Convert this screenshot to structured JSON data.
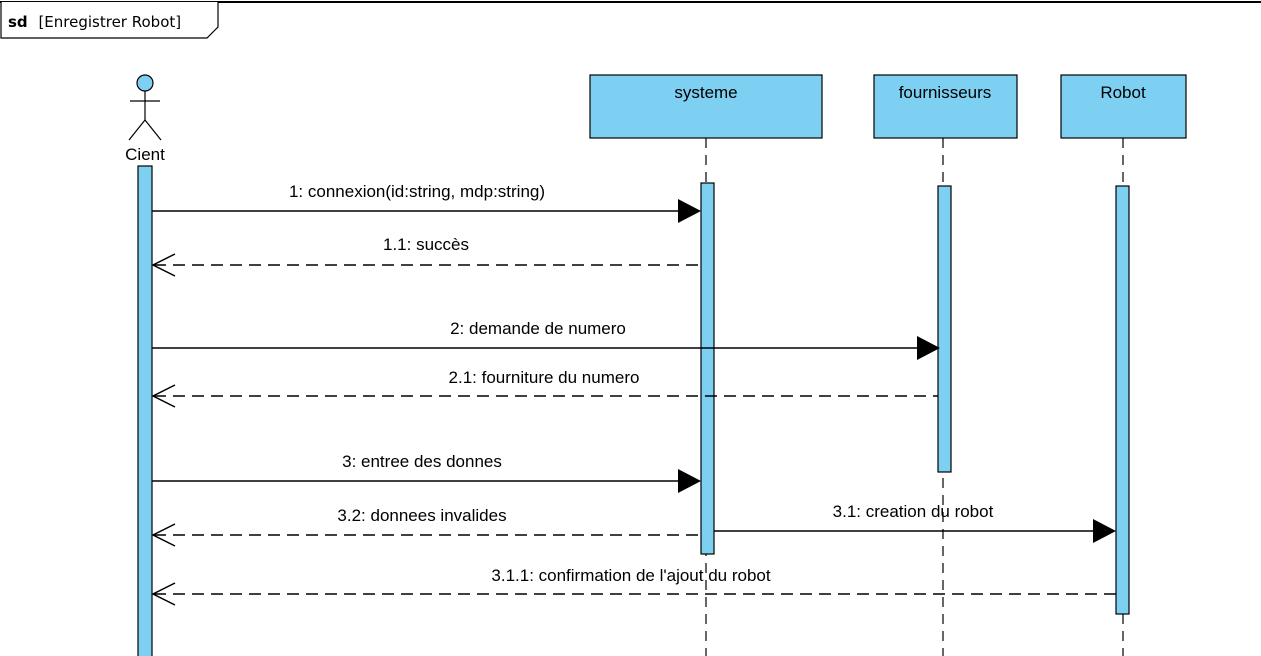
{
  "frame": {
    "keyword": "sd",
    "name": "[Enregistrer Robot]"
  },
  "actor": {
    "name": "Cient"
  },
  "lifelines": [
    {
      "id": "systeme",
      "label": "systeme"
    },
    {
      "id": "fournisseurs",
      "label": "fournisseurs"
    },
    {
      "id": "robot",
      "label": "Robot"
    }
  ],
  "messages": [
    {
      "id": "m1",
      "label": "1: connexion(id:string, mdp:string)",
      "from": "actor",
      "to": "systeme",
      "kind": "sync"
    },
    {
      "id": "m1_1",
      "label": "1.1: succès",
      "from": "systeme",
      "to": "actor",
      "kind": "reply"
    },
    {
      "id": "m2",
      "label": "2: demande de numero",
      "from": "actor",
      "to": "fournisseurs",
      "kind": "sync"
    },
    {
      "id": "m2_1",
      "label": "2.1: fourniture du numero",
      "from": "fournisseurs",
      "to": "actor",
      "kind": "reply"
    },
    {
      "id": "m3",
      "label": "3: entree des donnes",
      "from": "actor",
      "to": "systeme",
      "kind": "sync"
    },
    {
      "id": "m3_1",
      "label": "3.1: creation du robot",
      "from": "systeme",
      "to": "robot",
      "kind": "sync"
    },
    {
      "id": "m3_2",
      "label": "3.2: donnees invalides",
      "from": "systeme",
      "to": "actor",
      "kind": "reply"
    },
    {
      "id": "m3_1_1",
      "label": "3.1.1: confirmation de l'ajout du robot",
      "from": "robot",
      "to": "actor",
      "kind": "reply"
    }
  ],
  "colors": {
    "fill": "#7dd0f2",
    "stroke": "#000000"
  }
}
